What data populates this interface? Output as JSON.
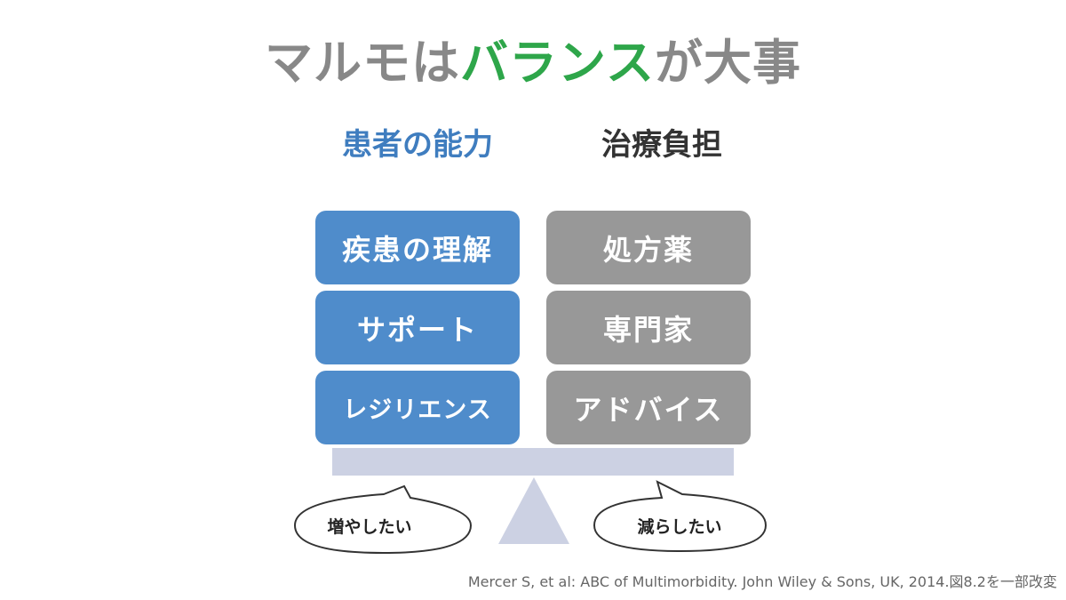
{
  "title": {
    "part1": "マルモは",
    "accent": "バランス",
    "part2": "が大事"
  },
  "colors": {
    "title_gray": "#888888",
    "accent_green": "#2ea64a",
    "patient_blue": "#4f8ccb",
    "patient_heading_blue": "#3f7dbf",
    "burden_gray": "#989898",
    "scale_lavender": "#ccd1e3"
  },
  "left_column": {
    "heading": "患者の能力",
    "items": [
      "疾患の理解",
      "サポート",
      "レジリエンス"
    ],
    "bubble": "増やしたい"
  },
  "right_column": {
    "heading": "治療負担",
    "items": [
      "処方薬",
      "専門家",
      "アドバイス"
    ],
    "bubble": "減らしたい"
  },
  "citation": "Mercer S, et al: ABC of Multimorbidity. John Wiley & Sons, UK, 2014.図8.2を一部改変"
}
